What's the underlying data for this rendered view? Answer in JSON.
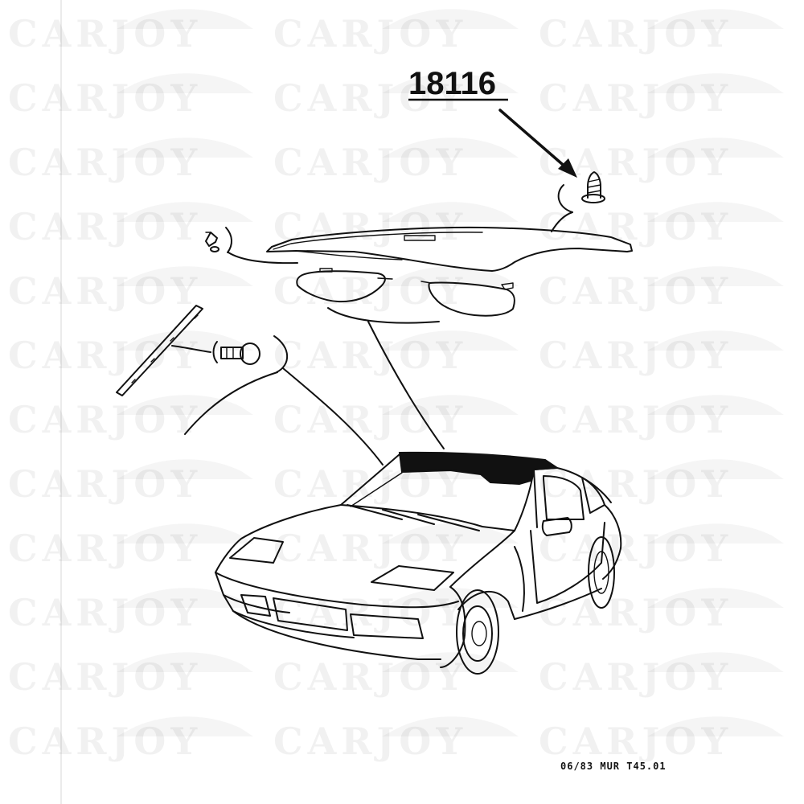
{
  "watermark": {
    "text": "CARJOY",
    "icon": "car-silhouette-icon"
  },
  "callout": {
    "part_number": "18116"
  },
  "footer": {
    "ref_code": "06/83 MUR T45.01"
  },
  "colors": {
    "line": "#111111",
    "background": "#ffffff",
    "watermark": "#000000"
  }
}
